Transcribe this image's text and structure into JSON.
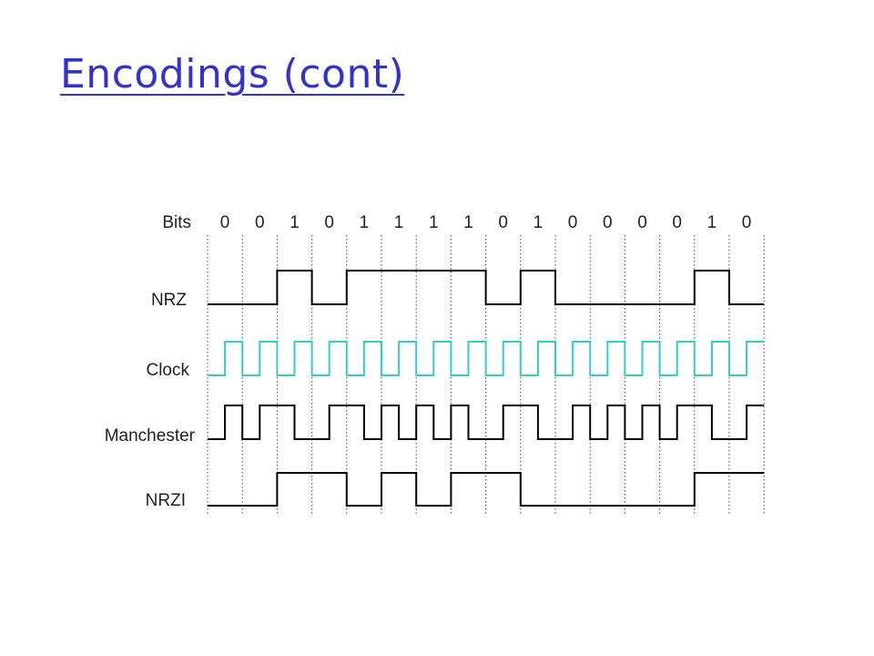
{
  "page": {
    "title": "Encodings (cont)"
  },
  "diagram": {
    "bits_label": "Bits",
    "bits": [
      "0",
      "0",
      "1",
      "0",
      "1",
      "1",
      "1",
      "1",
      "0",
      "1",
      "0",
      "0",
      "0",
      "0",
      "1",
      "0"
    ],
    "signals": [
      {
        "id": "nrz",
        "label": "NRZ",
        "color": "#000000",
        "levels": [
          0,
          0,
          1,
          0,
          1,
          1,
          1,
          1,
          0,
          1,
          0,
          0,
          0,
          0,
          1,
          0
        ]
      },
      {
        "id": "clock",
        "label": "Clock",
        "color": "#33cccc"
      },
      {
        "id": "manchester",
        "label": "Manchester",
        "color": "#000000"
      },
      {
        "id": "nrzi",
        "label": "NRZI",
        "color": "#000000",
        "levels": [
          0,
          0,
          1,
          1,
          0,
          1,
          0,
          1,
          1,
          0,
          0,
          0,
          0,
          0,
          1,
          1
        ]
      }
    ]
  }
}
